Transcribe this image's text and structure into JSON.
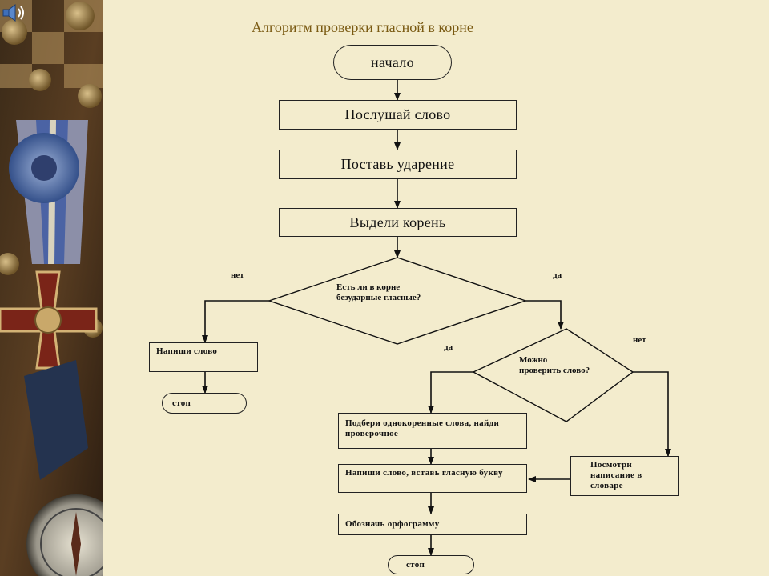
{
  "title": "Алгоритм проверки гласной в корне",
  "nodes": {
    "start": "начало",
    "listen": "Послушай слово",
    "stress": "Поставь ударение",
    "root": "Выдели корень",
    "q1": "Есть ли в корне безударные гласные?",
    "write_word": "Напиши слово",
    "stop1": "стоп",
    "q2": "Можно проверить слово?",
    "pick": "Подбери однокоренные слова, найди проверочное",
    "write_letter": "Напиши слово, вставь гласную букву",
    "dictionary": "Посмотри написание в словаре",
    "mark": "Обозначь орфограмму",
    "stop2": "стоп"
  },
  "labels": {
    "q1_no": "нет",
    "q1_yes": "да",
    "q2_yes": "да",
    "q2_no": "нет"
  },
  "colors": {
    "background": "#f3eccd",
    "title": "#7a5a12",
    "line": "#111111"
  },
  "icons": {
    "sound": "speaker-icon"
  }
}
